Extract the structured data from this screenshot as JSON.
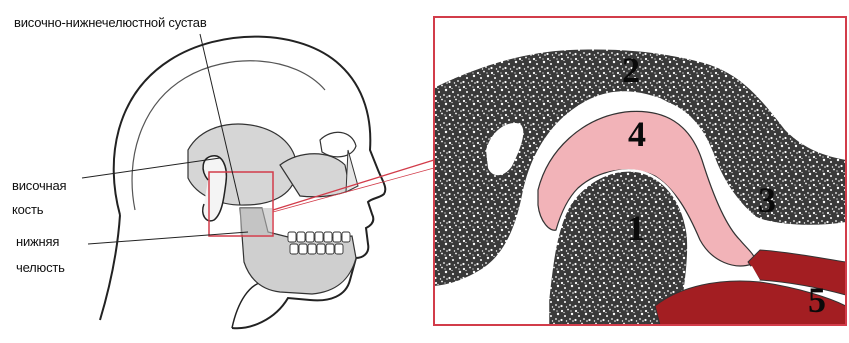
{
  "labels": {
    "joint": "височно-нижнечелюстной сустав",
    "temporal_line1": "височная",
    "temporal_line2": "кость",
    "mandible_line1": "нижняя",
    "mandible_line2": "челюсть"
  },
  "callouts": [
    "1",
    "2",
    "3",
    "4",
    "5"
  ],
  "colors": {
    "bone_speckle": "#2b2b2b",
    "disc": "#f2b3b8",
    "muscle": "#a31e22",
    "frame": "#d23c4a",
    "skull_gray": "#cfcfcf"
  },
  "icons": [
    "head-profile-illustration",
    "joint-section-illustration"
  ]
}
